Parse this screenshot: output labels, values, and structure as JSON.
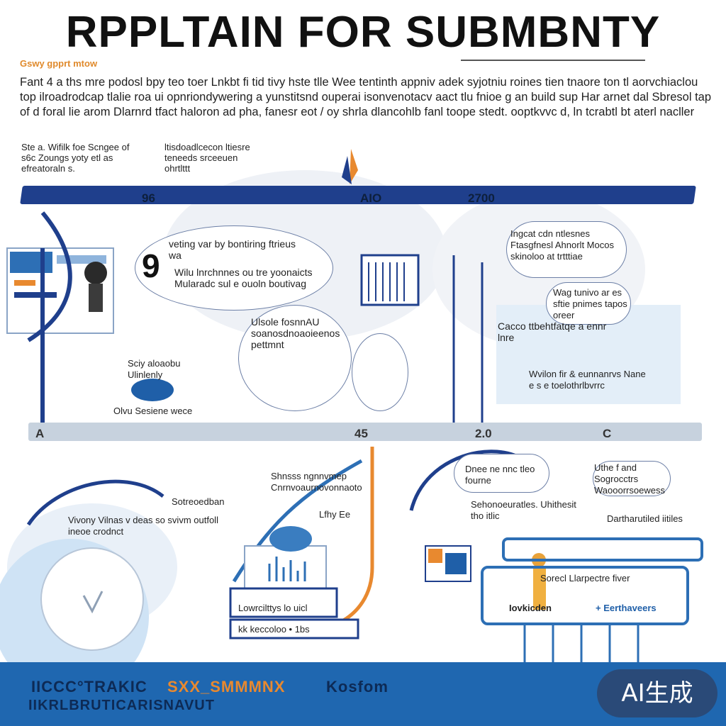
{
  "title": "RPPLTAIN FOR SUBMBNTY",
  "subheading": "Gswy gpprt mtow",
  "intro": "Fant 4 a ths mre podosl bpy teo toer Lnkbt fi tid tivy hste tlle Wee tentinth appniv adek syjotniu roines tien tnaore ton tl aorvchiaclou top ilroadrodcap tlalie roa ui opnriondywering a yunstitsnd ouperai isonvenotacv aact tlu fnioe g an build sup Har arnet dal Sbresol tap of d foral lie arom Dlarnrd tfact haloron ad pha, fanesr eot / oy shrla dlancohlb fanl toope stedt. ooptkvvc d, ln tcrabtl bt aterl nacller",
  "notes": {
    "left_note": "Ste a. Wifilk foe Scngee of s6c Zoungs yoty etl as efreatoraln s.",
    "mid_note": "ltisdoadlcecon ltiesre teneeds srceeuen ohrtlttt"
  },
  "timeline_top": {
    "ticks": [
      "96",
      "AIO",
      "2700"
    ]
  },
  "timeline_bottom": {
    "ticks": [
      "A",
      "45",
      "2.0",
      "C"
    ]
  },
  "callouts": {
    "c1": "veting var by bontiring ftrieus wa",
    "c2": "Wilu lnrchnnes ou tre yoonaicts Mularadc sul e ouoln boutivag",
    "c3": "Ulsole fosnnAU soanosdnoaoieenos pettmnt",
    "c4": "Sciy aloaobu Ulinlenly",
    "c5": "Olvu Sesiene wece",
    "c6": "Ingcat cdn ntlesnes Ftasgfnesl Ahnorlt Mocos skinoloo at trtttiae",
    "c7": "Wag tunivo ar es sftie pnimes tapos oreer",
    "c8": "Cacco ttbehtfatqe a ennr lnre",
    "c9": "Wvilon fir & eunnanrvs Nane e s e toelothrlbvrrc",
    "c10": "Shnsss ngnnvmep Cnrnvoaurnovonnaoto",
    "c11": "Sotreoedban",
    "c12": "Vivony Vilnas v deas so svivm outfoll ineoe crodnct",
    "c13": "Lfhy Ee",
    "c14": "Lowrcilttys lo uicl",
    "c15": "kk keccoloo • 1bs",
    "c16": "Dnee ne nnc tleo fourne",
    "c17": "Sehonoeuratles. Uhithesit tho itlic",
    "c18": "Uthe f and Sogrocctrs Waooorrsoewess",
    "c19": "Dartharutiled iitiles",
    "c20": "Sorecl Llarpectre fiver",
    "c21": "Iovkicden",
    "c22": "+ Eerthaveers"
  },
  "footer": {
    "line1a": "IICCC°TRAKIC",
    "line1b": "SXX_SMMMNX",
    "line1c": "Kosfom",
    "line2": "IIKRLBRUTICARISNAVUT",
    "badge": "AI生成"
  },
  "colors": {
    "navy": "#1f3f8c",
    "orange": "#e8892f",
    "footer_blue": "#1f67b0",
    "light_blue": "#cfe3f5"
  }
}
